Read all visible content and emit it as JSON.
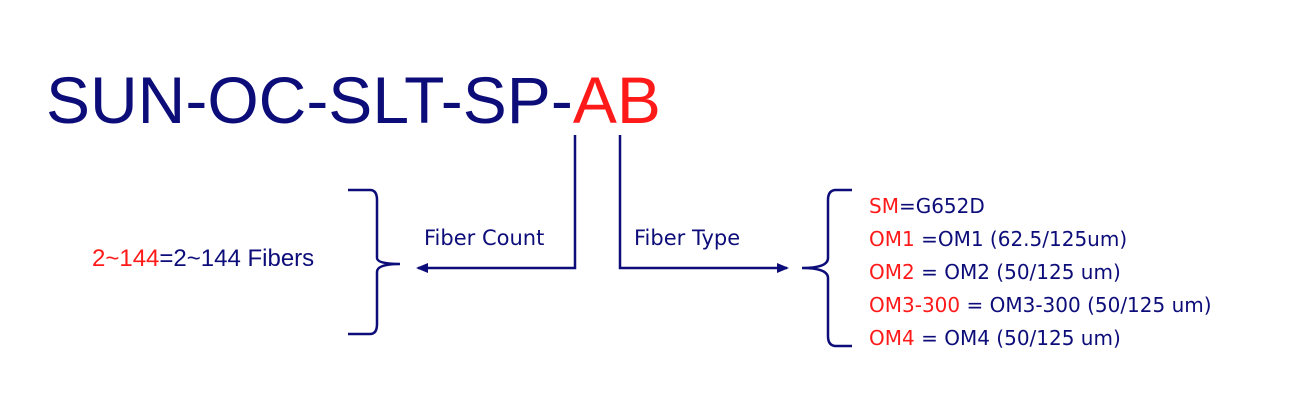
{
  "title": {
    "prefix": "SUN-OC-SLT-SP-",
    "code": "AB"
  },
  "fiber_count": {
    "label": "Fiber Count",
    "option": {
      "code": "2~144",
      "text": "=2~144 Fibers"
    }
  },
  "fiber_type": {
    "label": "Fiber Type",
    "options": [
      {
        "code": "SM",
        "text": "=G652D"
      },
      {
        "code": "OM1",
        "text": " =OM1 (62.5/125um)"
      },
      {
        "code": "OM2",
        "text": " = OM2 (50/125 um)"
      },
      {
        "code": "OM3-300",
        "text": " = OM3-300 (50/125 um)"
      },
      {
        "code": "OM4",
        "text": " = OM4 (50/125 um)"
      }
    ]
  },
  "colors": {
    "navy": "#0d0d7a",
    "red": "#ff1a1a"
  }
}
